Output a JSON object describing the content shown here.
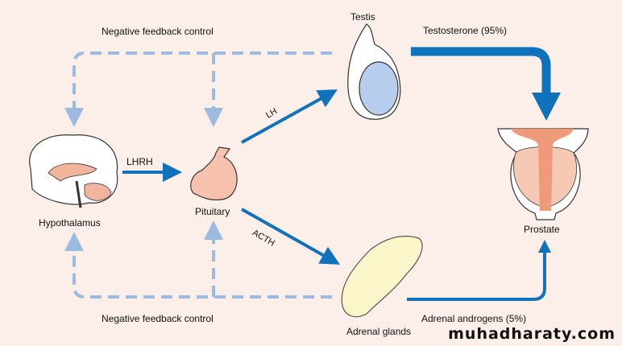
{
  "labels": {
    "testis": "Testis",
    "testosterone": "Testosterone (95%)",
    "neg_feedback_top": "Negative feedback control",
    "neg_feedback_bottom": "Negative feedback control",
    "lh": "LH",
    "lhrh": "LHRH",
    "acth": "ACTH",
    "hypothalamus": "Hypothalamus",
    "pituitary": "Pituitary",
    "prostate": "Prostate",
    "adrenal_glands": "Adrenal glands",
    "adrenal_androgens": "Adrenal androgens (5%)"
  },
  "watermark": "muhadharaty.com",
  "colors": {
    "background": "#fcefe9",
    "arrow": "#0f72bb",
    "feedback": "#9bbbe0",
    "organ": "#f3b49e"
  }
}
